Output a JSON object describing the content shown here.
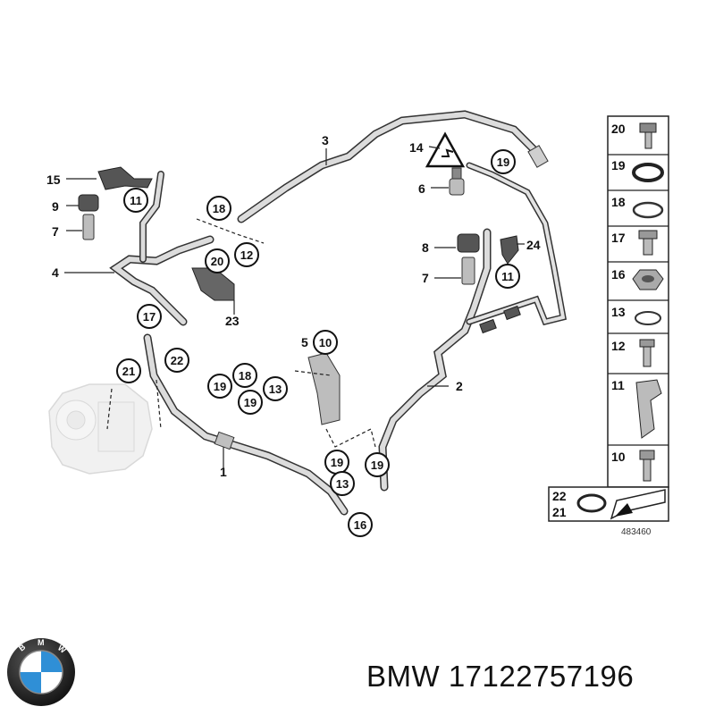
{
  "diagram": {
    "callouts": [
      "1",
      "2",
      "3",
      "4",
      "5",
      "6",
      "7",
      "7",
      "8",
      "9",
      "10",
      "11",
      "11",
      "12",
      "13",
      "13",
      "14",
      "15",
      "16",
      "17",
      "18",
      "18",
      "19",
      "19",
      "19",
      "19",
      "19",
      "20",
      "21",
      "22",
      "23",
      "24"
    ],
    "circled": [
      "11",
      "18",
      "20",
      "12",
      "17",
      "22",
      "21",
      "19",
      "18",
      "13",
      "19",
      "10",
      "19",
      "13",
      "16",
      "19",
      "19",
      "11"
    ],
    "parts_panel": {
      "rows": [
        "20",
        "19",
        "18",
        "17",
        "16",
        "13",
        "12",
        "11",
        "10"
      ],
      "bottom_labels": [
        "22",
        "21"
      ],
      "code": "483460"
    }
  },
  "footer": {
    "brand": "BMW",
    "part_number": "17122757196",
    "text": "BMW 17122757196",
    "logo_letters": "BMW"
  },
  "colors": {
    "line": "#222222",
    "hose_fill": "#d9d9d9",
    "hose_stroke": "#333333",
    "compressor": "#e4e4e4",
    "bmw_blue": "#2f8fd6"
  }
}
